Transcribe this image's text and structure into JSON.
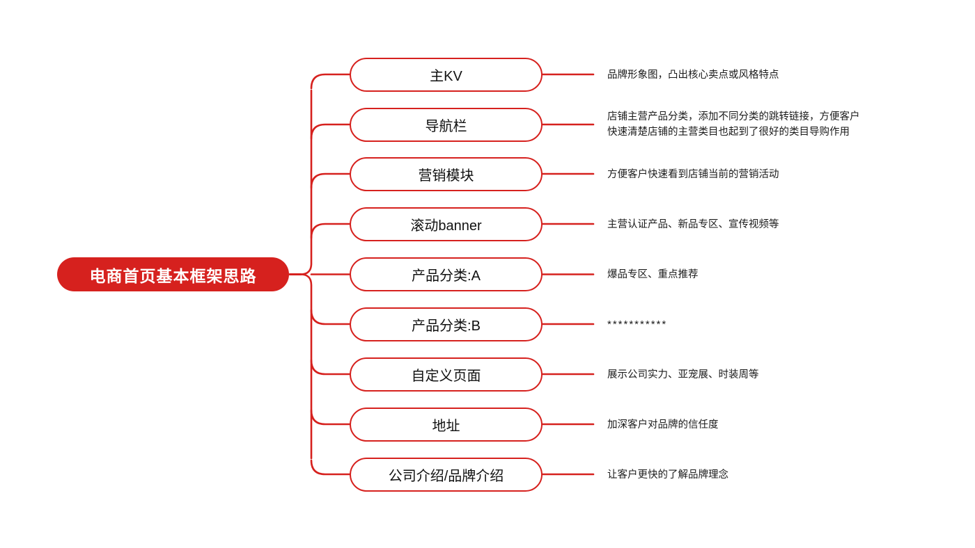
{
  "diagram": {
    "type": "mind-map",
    "title": "电商首页基本框架思路",
    "colors": {
      "accent_red": "#D6211E",
      "node_fill": "#FFFFFF",
      "node_text": "#111111",
      "root_text": "#FFFFFF",
      "background": "#FFFFFF"
    },
    "root": {
      "label": "电商首页基本框架思路"
    },
    "branches": [
      {
        "label": "主KV",
        "description_lines": [
          "品牌形象图，凸出核心卖点或风格特点"
        ]
      },
      {
        "label": "导航栏",
        "description_lines": [
          "店铺主营产品分类，添加不同分类的跳转链接，方便客户",
          "快速清楚店铺的主营类目也起到了很好的类目导购作用"
        ]
      },
      {
        "label": "营销模块",
        "description_lines": [
          "方便客户快速看到店铺当前的营销活动"
        ]
      },
      {
        "label": "滚动banner",
        "description_lines": [
          "主营认证产品、新品专区、宣传视频等"
        ]
      },
      {
        "label": "产品分类:A",
        "description_lines": [
          "爆品专区、重点推荐"
        ]
      },
      {
        "label": "产品分类:B",
        "description_lines": [
          "***********"
        ]
      },
      {
        "label": "自定义页面",
        "description_lines": [
          "展示公司实力、亚宠展、时装周等"
        ]
      },
      {
        "label": "地址",
        "description_lines": [
          "加深客户对品牌的信任度"
        ]
      },
      {
        "label": "公司介绍/品牌介绍",
        "description_lines": [
          "让客户更快的了解品牌理念"
        ]
      }
    ]
  }
}
